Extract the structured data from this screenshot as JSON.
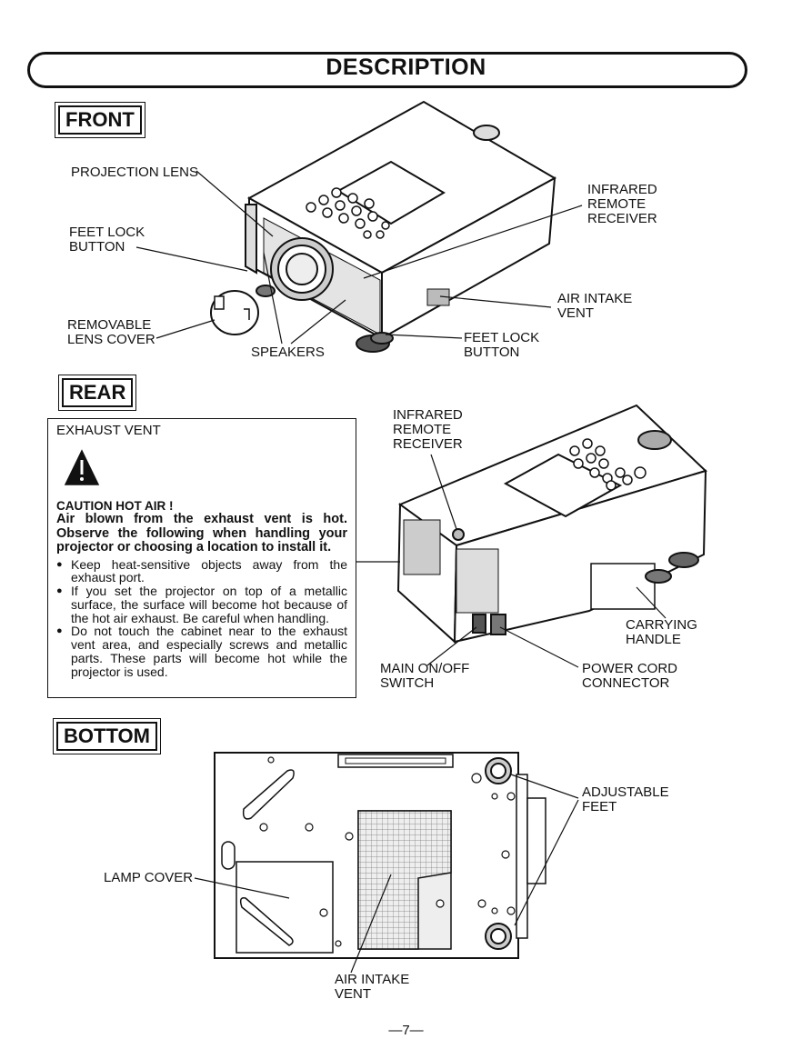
{
  "page": {
    "title": "DESCRIPTION",
    "number": "—7—"
  },
  "front": {
    "heading": "FRONT",
    "labels": {
      "projection_lens": "PROJECTION LENS",
      "feet_lock_button_left": "FEET LOCK\nBUTTON",
      "removable_lens_cover": "REMOVABLE\nLENS COVER",
      "speakers": "SPEAKERS",
      "infrared_remote_receiver": "INFRARED\nREMOTE\nRECEIVER",
      "air_intake_vent": "AIR INTAKE\nVENT",
      "feet_lock_button_right": "FEET LOCK\nBUTTON"
    }
  },
  "rear": {
    "heading": "REAR",
    "caution": {
      "exhaust_vent": "EXHAUST VENT",
      "title": "CAUTION HOT AIR !",
      "intro": "Air blown from the exhaust vent is hot. Observe the following when handling your projector or choosing a location to install it.",
      "items": [
        "Keep heat-sensitive objects away from the exhaust port.",
        "If you set the projector on top of a metallic surface, the surface will become hot because of the hot air exhaust. Be careful when handling.",
        "Do not touch the cabinet near to the exhaust vent area, and especially screws and metallic parts. These parts will become hot while the projector is used."
      ]
    },
    "labels": {
      "infrared_remote_receiver": "INFRARED\nREMOTE\nRECEIVER",
      "carrying_handle": "CARRYING\nHANDLE",
      "main_switch": "MAIN ON/OFF\nSWITCH",
      "power_cord_connector": "POWER CORD\nCONNECTOR"
    }
  },
  "bottom": {
    "heading": "BOTTOM",
    "labels": {
      "adjustable_feet": "ADJUSTABLE\nFEET",
      "lamp_cover": "LAMP COVER",
      "air_intake_vent": "AIR INTAKE\nVENT"
    }
  }
}
